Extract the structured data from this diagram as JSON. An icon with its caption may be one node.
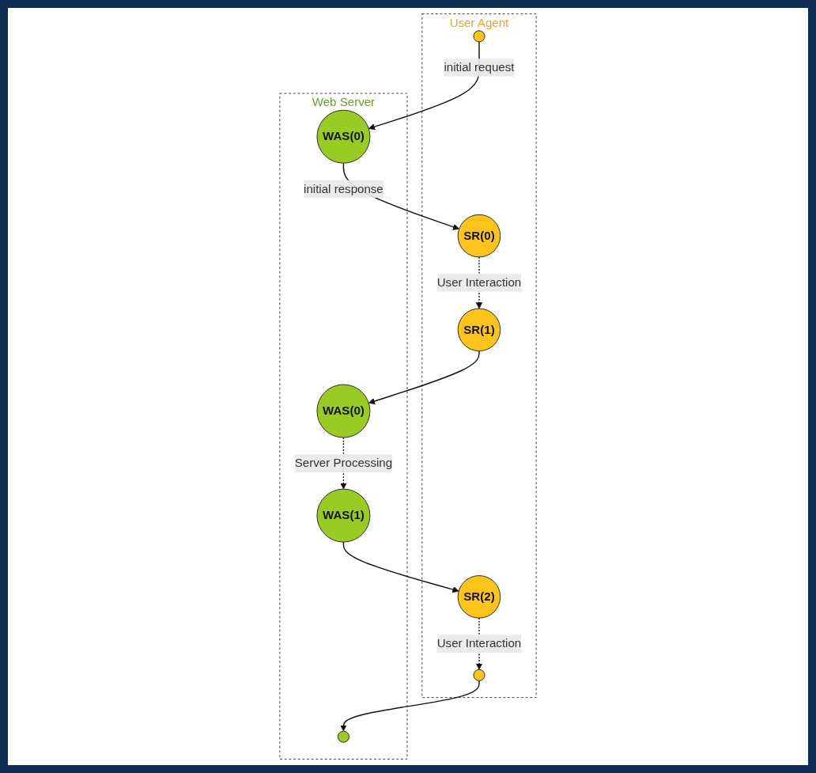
{
  "diagram": {
    "nodes": [
      {
        "text": [
          "User Agent"
        ]
      },
      {
        "text": [
          "Web Server"
        ]
      },
      {
        "text": [],
        "shape": "circle",
        "in": 0
      },
      {
        "text": [
          "WAS(0)"
        ],
        "in": 1
      },
      {
        "text": [
          "SR(0)"
        ],
        "in": 0
      },
      {
        "text": [
          "SR(1)"
        ],
        "in": 0
      },
      {
        "text": [
          "WAS(0)"
        ],
        "in": 1
      },
      {
        "text": [
          "WAS(1)"
        ],
        "in": 1
      },
      {
        "text": [
          "SR(2)"
        ],
        "in": 0
      },
      {
        "text": [],
        "shape": "circle",
        "in": 0
      },
      {
        "text": [],
        "shape": "circle",
        "in": 1
      }
    ],
    "edges": [
      {
        "from": 2,
        "to": 3,
        "arrow": "to",
        "label": "initial request"
      },
      {
        "from": 3,
        "to": 4,
        "arrow": "to",
        "label": "initial response"
      },
      {
        "from": 4,
        "to": 5,
        "arrow": "to",
        "label": "User Interaction",
        "style": "dashed"
      },
      {
        "from": 5,
        "to": 6,
        "arrow": "to"
      },
      {
        "from": 6,
        "to": 7,
        "arrow": "to",
        "label": "Server Processing",
        "style": "dashed"
      },
      {
        "from": 7,
        "to": 8,
        "arrow": "to"
      },
      {
        "from": 8,
        "to": 9,
        "arrow": "to",
        "label": "User Interaction",
        "style": "dashed"
      },
      {
        "from": 9,
        "to": 10,
        "arrow": "to"
      }
    ]
  }
}
